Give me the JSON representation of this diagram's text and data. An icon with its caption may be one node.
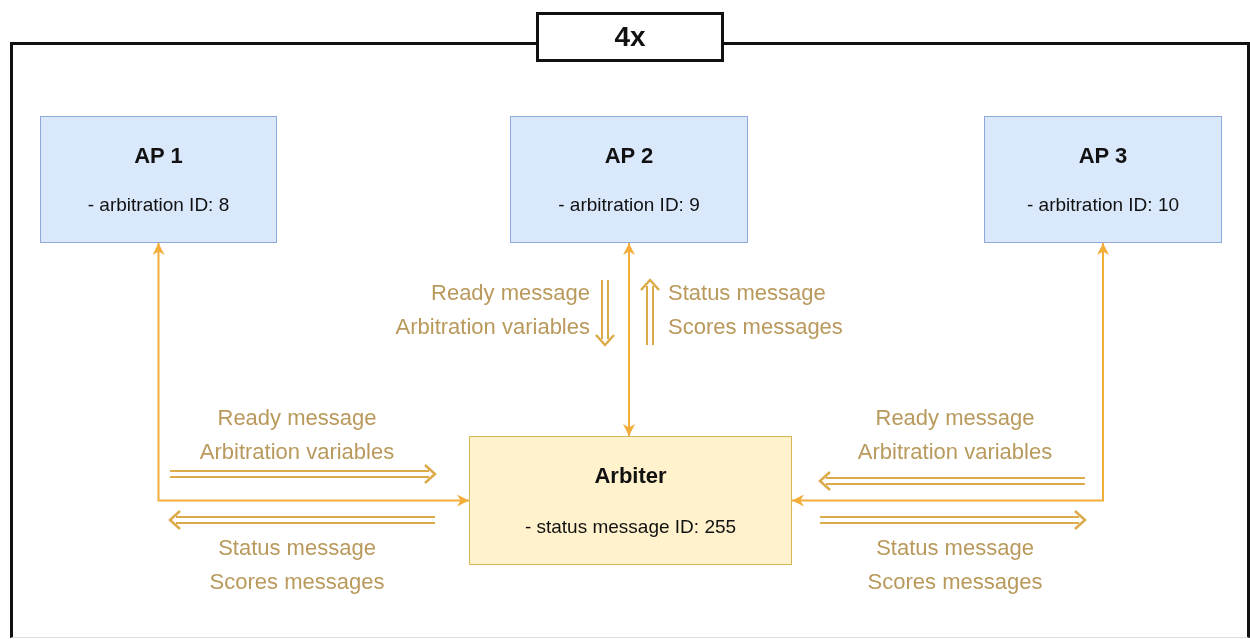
{
  "diagram": {
    "nodes": [
      {
        "text": [
          "4x"
        ]
      },
      {
        "text": [
          "AP 1",
          "- arbitration ID: 8"
        ],
        "in": 0
      },
      {
        "text": [
          "AP 2",
          "- arbitration ID: 9"
        ],
        "in": 0
      },
      {
        "text": [
          "AP 3",
          "- arbitration ID: 10"
        ],
        "in": 0
      },
      {
        "text": [
          "Arbiter",
          "- status message ID: 255"
        ],
        "in": 0
      }
    ],
    "edges": [
      {
        "from": 1,
        "to": 4,
        "arrow": "both"
      },
      {
        "from": 2,
        "to": 4,
        "arrow": "both"
      },
      {
        "from": 3,
        "to": 4,
        "arrow": "both"
      }
    ],
    "labels": [
      "Ready message Arbitration variables",
      "Status message Scores messages",
      "Ready message Arbitration variables",
      "Ready message Arbitration variables",
      "Status message Scores messages",
      "Status message Scores messages"
    ]
  }
}
